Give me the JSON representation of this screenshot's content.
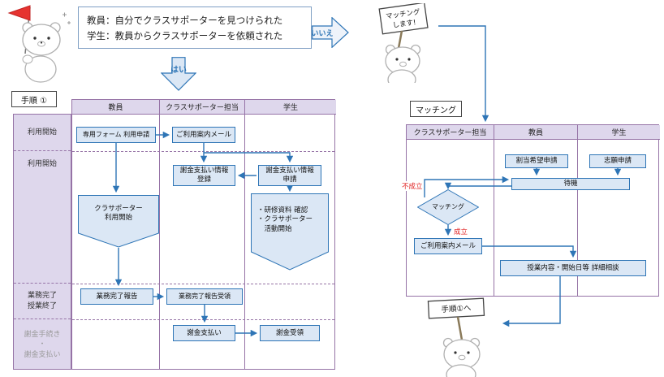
{
  "colors": {
    "purple_border": "#9673a6",
    "purple_fill": "#ded7ec",
    "box_fill": "#dbe7f5",
    "box_border": "#2e75b6",
    "arrow": "#2e75b6",
    "fail_red": "#e02020",
    "flag_red": "#e63330"
  },
  "intro": {
    "condition_line1": "教員：自分でクラスサポーターを見つけられた",
    "condition_line2": "学生：教員からクラスサポーターを依頼された",
    "yes_label": "はい",
    "no_label": "いいえ",
    "matching_sign_line1": "マッチング",
    "matching_sign_line2": "します!"
  },
  "procedure1": {
    "title": "手順 ①",
    "columns": [
      "教員",
      "クラスサポーター担当",
      "学生"
    ],
    "row_labels": [
      "利用開始",
      "利用開始",
      "業務完了\n授業終了",
      "謝金手続き\n・\n謝金支払い"
    ],
    "nodes": {
      "apply_form": "専用フォーム 利用申請",
      "guide_mail": "ご利用案内メール",
      "payment_info_register": "謝金支払い情報\n登録",
      "payment_info_apply": "謝金支払い情報\n申請",
      "supporter_start": "クラサポーター\n利用開始",
      "student_start": "・研修資料 確認\n・クラサポーター\n　活動開始",
      "work_done_report": "業務完了報告",
      "work_done_receive": "業務完了報告受領",
      "payment": "謝金支払い",
      "payment_receive": "謝金受領"
    }
  },
  "matching": {
    "title": "マッチング",
    "columns": [
      "クラスサポーター担当",
      "教員",
      "学生"
    ],
    "nodes": {
      "assignment_request": "割当希望申請",
      "volunteer_apply": "志願申請",
      "standby": "待機",
      "matching_decision": "マッチング",
      "fail_label": "不成立",
      "success_label": "成立",
      "guide_mail": "ご利用案内メール",
      "detail_consult": "授業内容・開始日等 詳細相談"
    },
    "to_procedure1_sign": "手順①へ"
  }
}
